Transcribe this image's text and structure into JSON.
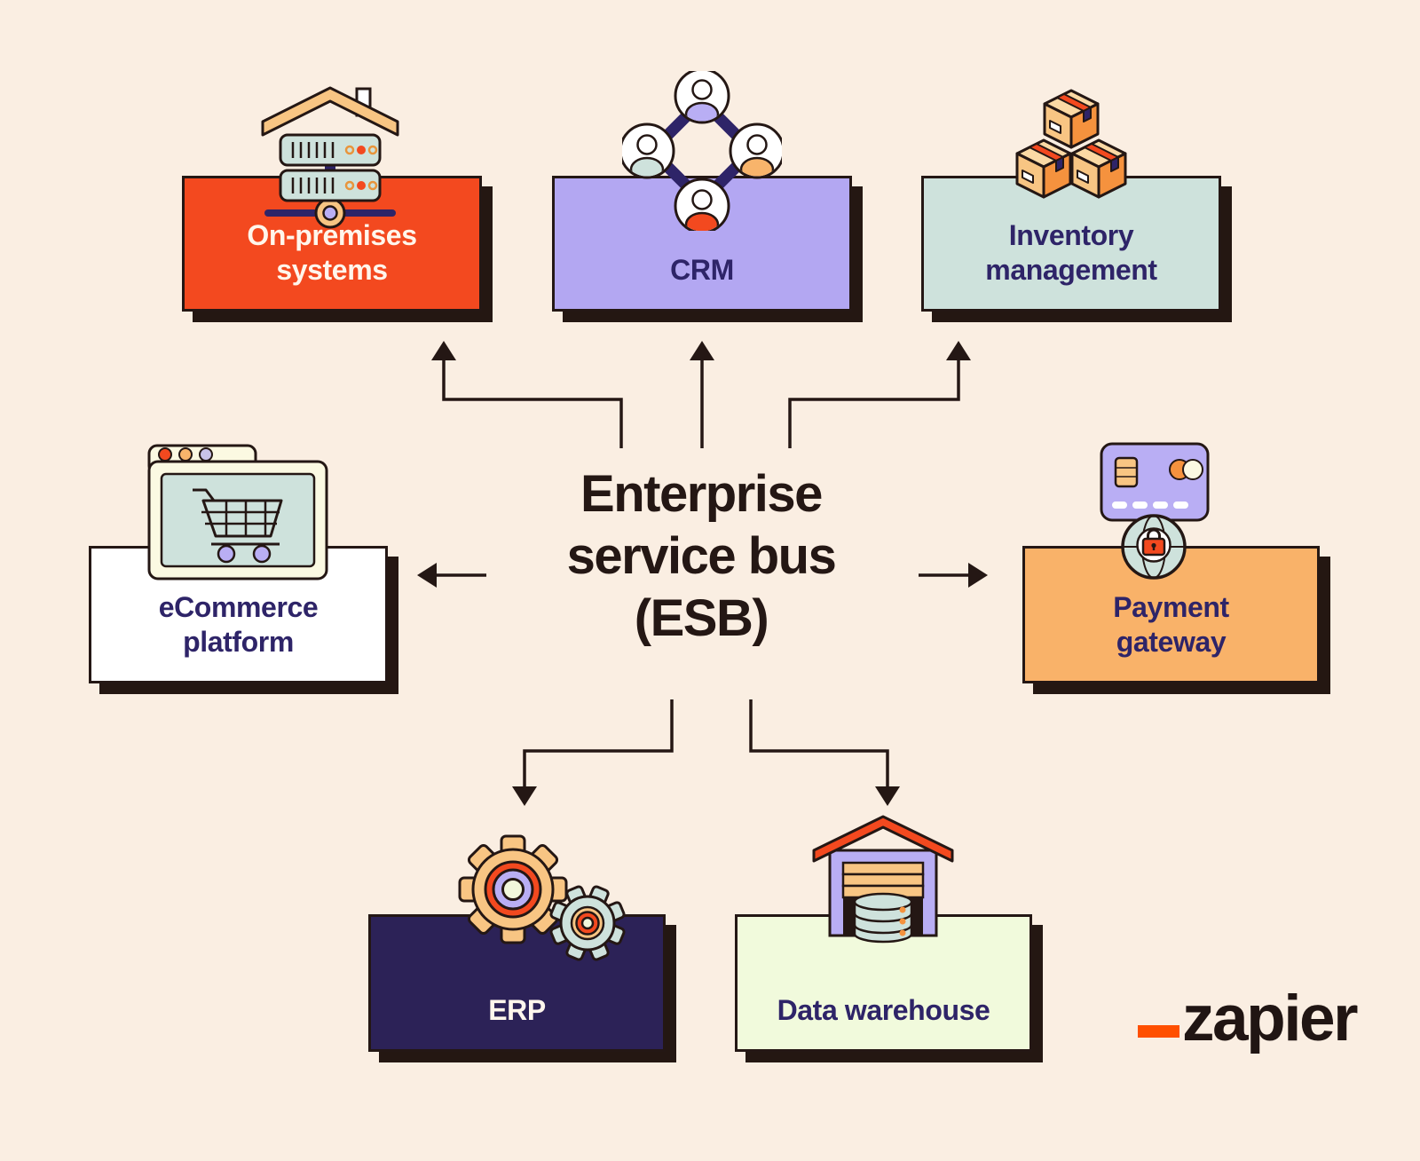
{
  "title": {
    "label": "Enterprise service bus (ESB)"
  },
  "nodes": [
    {
      "id": "on-premises-systems",
      "label": "On-premises systems",
      "icon": "server-house-icon",
      "bg": "#F3491F",
      "text_color": "#FFF6EC"
    },
    {
      "id": "crm",
      "label": "CRM",
      "icon": "people-network-icon",
      "bg": "#B3A7F2",
      "text_color": "#2E2468"
    },
    {
      "id": "inventory-management",
      "label": "Inventory management",
      "icon": "boxes-stack-icon",
      "bg": "#CEE2DC",
      "text_color": "#2E2468"
    },
    {
      "id": "ecommerce-platform",
      "label": "eCommerce platform",
      "icon": "browser-cart-icon",
      "bg": "#FFFFFF",
      "text_color": "#2E2468"
    },
    {
      "id": "payment-gateway",
      "label": "Payment gateway",
      "icon": "card-globe-icon",
      "bg": "#F9B269",
      "text_color": "#2E2468"
    },
    {
      "id": "erp",
      "label": "ERP",
      "icon": "gears-icon",
      "bg": "#2C2257",
      "text_color": "#FFF6EC"
    },
    {
      "id": "data-warehouse",
      "label": "Data warehouse",
      "icon": "warehouse-icon",
      "bg": "#F1FADC",
      "text_color": "#2E2468"
    }
  ],
  "connections": [
    {
      "from": "enterprise-service-bus",
      "to": "on-premises-systems"
    },
    {
      "from": "enterprise-service-bus",
      "to": "crm"
    },
    {
      "from": "enterprise-service-bus",
      "to": "inventory-management"
    },
    {
      "from": "enterprise-service-bus",
      "to": "ecommerce-platform"
    },
    {
      "from": "enterprise-service-bus",
      "to": "payment-gateway"
    },
    {
      "from": "enterprise-service-bus",
      "to": "erp"
    },
    {
      "from": "enterprise-service-bus",
      "to": "data-warehouse"
    }
  ],
  "logo": {
    "mark": "_",
    "wordmark": "zapier"
  },
  "palette": {
    "background": "#FAEEE2",
    "outline": "#241714",
    "shadow": "#241712",
    "arrow": "#241714",
    "navy_text": "#2E2468",
    "vermillion": "#F3491F",
    "lavender": "#B9AEF4",
    "mint": "#CEE2DC",
    "peach": "#F8C583",
    "orange": "#F5923E",
    "cream": "#F2F8DC",
    "zapier_orange": "#FF4F00"
  }
}
